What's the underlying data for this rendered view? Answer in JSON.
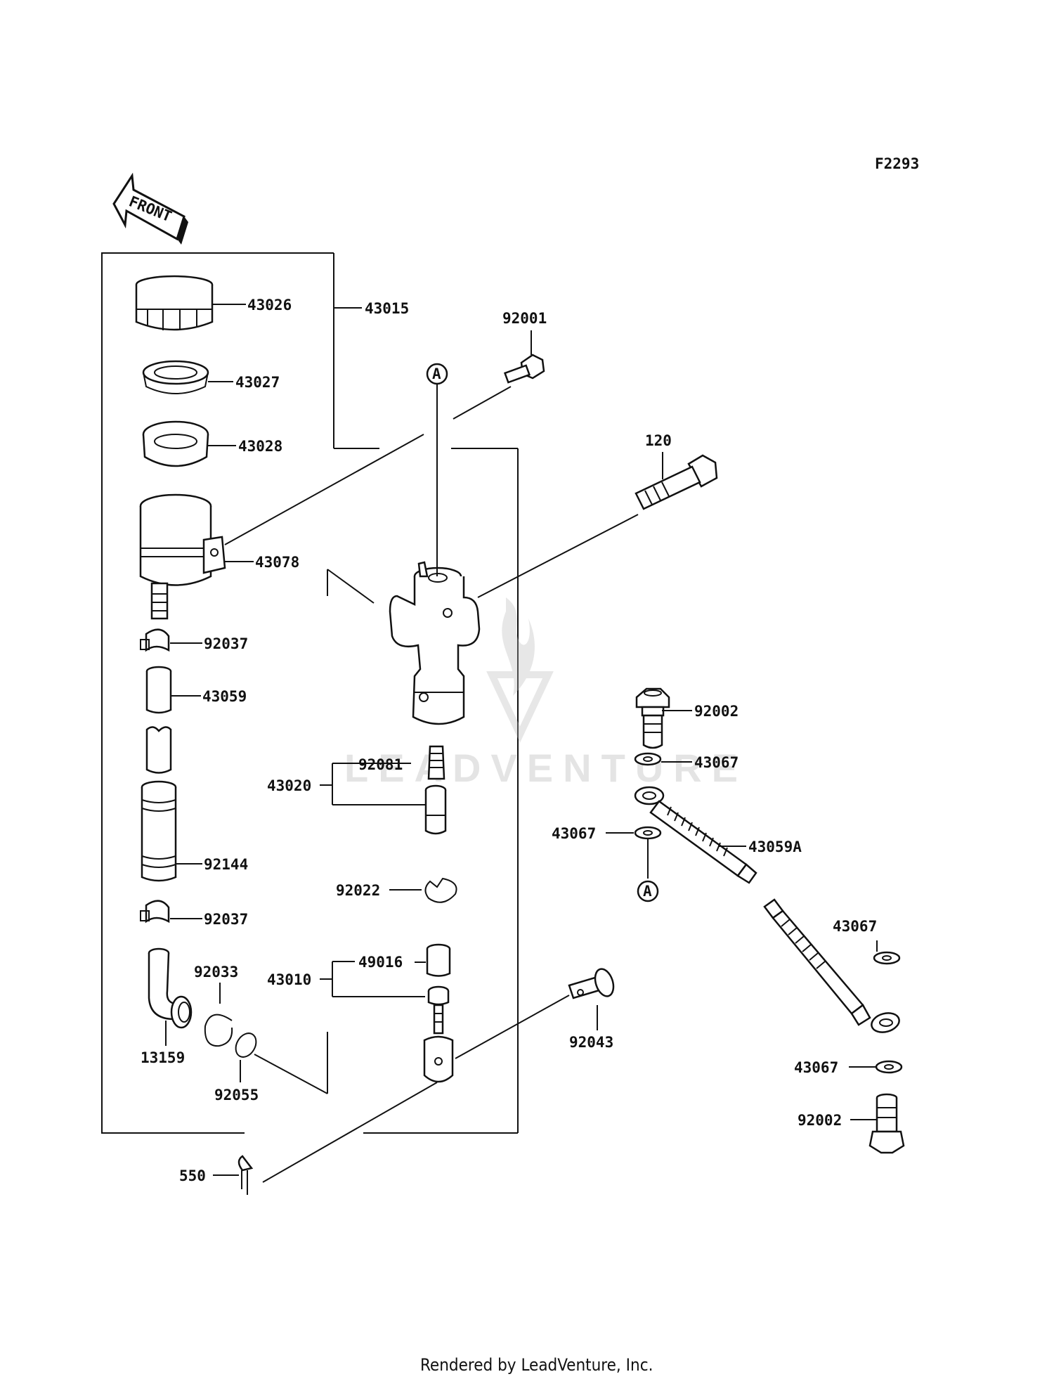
{
  "figure_code": "F2293",
  "front_label": "FRONT",
  "watermark": "LEADVENTURE",
  "footer": "Rendered by LeadVenture, Inc.",
  "callout_letter": "A",
  "parts": {
    "p43026": "43026",
    "p43015": "43015",
    "p43027": "43027",
    "p43028": "43028",
    "p43078": "43078",
    "p92037a": "92037",
    "p43059": "43059",
    "p92144": "92144",
    "p92037b": "92037",
    "p92033": "92033",
    "p13159": "13159",
    "p92055": "92055",
    "p92001": "92001",
    "p120": "120",
    "p92081": "92081",
    "p43020": "43020",
    "p92022": "92022",
    "p49016": "49016",
    "p43010": "43010",
    "p92043": "92043",
    "p550": "550",
    "p92002a": "92002",
    "p43067a": "43067",
    "p43067b": "43067",
    "p43059A": "43059A",
    "p43067c": "43067",
    "p43067d": "43067",
    "p92002b": "92002"
  }
}
